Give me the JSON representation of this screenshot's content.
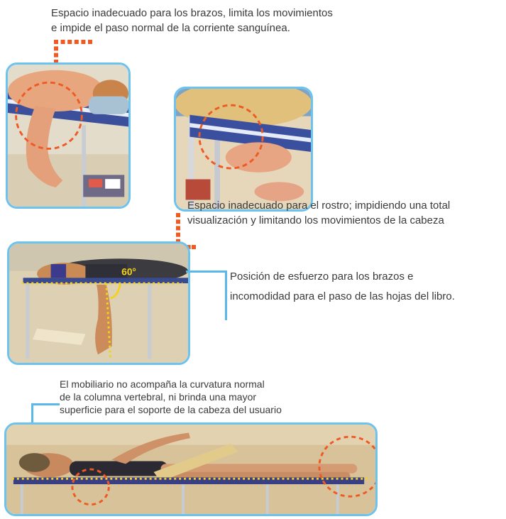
{
  "annotations": {
    "arm_space": {
      "lines": [
        "Espacio inadecuado para los brazos, limita los movimientos",
        " e impide el paso normal de la corriente sanguínea."
      ]
    },
    "face_space": {
      "lines": [
        "Espacio inadecuado para el rostro; impidiendo una total",
        "visualización y limitando los movimientos de la cabeza"
      ]
    },
    "arm_effort": {
      "lines": [
        "Posición de esfuerzo para los brazos e",
        "incomodidad para el paso de las hojas del libro."
      ],
      "angle_label": "60°"
    },
    "spine": {
      "lines": [
        "El mobiliario no acompaña la curvatura normal",
        "de la columna vertebral, ni brinda una mayor",
        " superficie para el soporte de la cabeza del usuario"
      ]
    }
  },
  "colors": {
    "frame": "#6cc3ee",
    "leader_blue": "#5bb9ea",
    "highlight_orange": "#ee5a24",
    "guide_yellow": "#f2d21c",
    "sand": "#d8c29a"
  }
}
